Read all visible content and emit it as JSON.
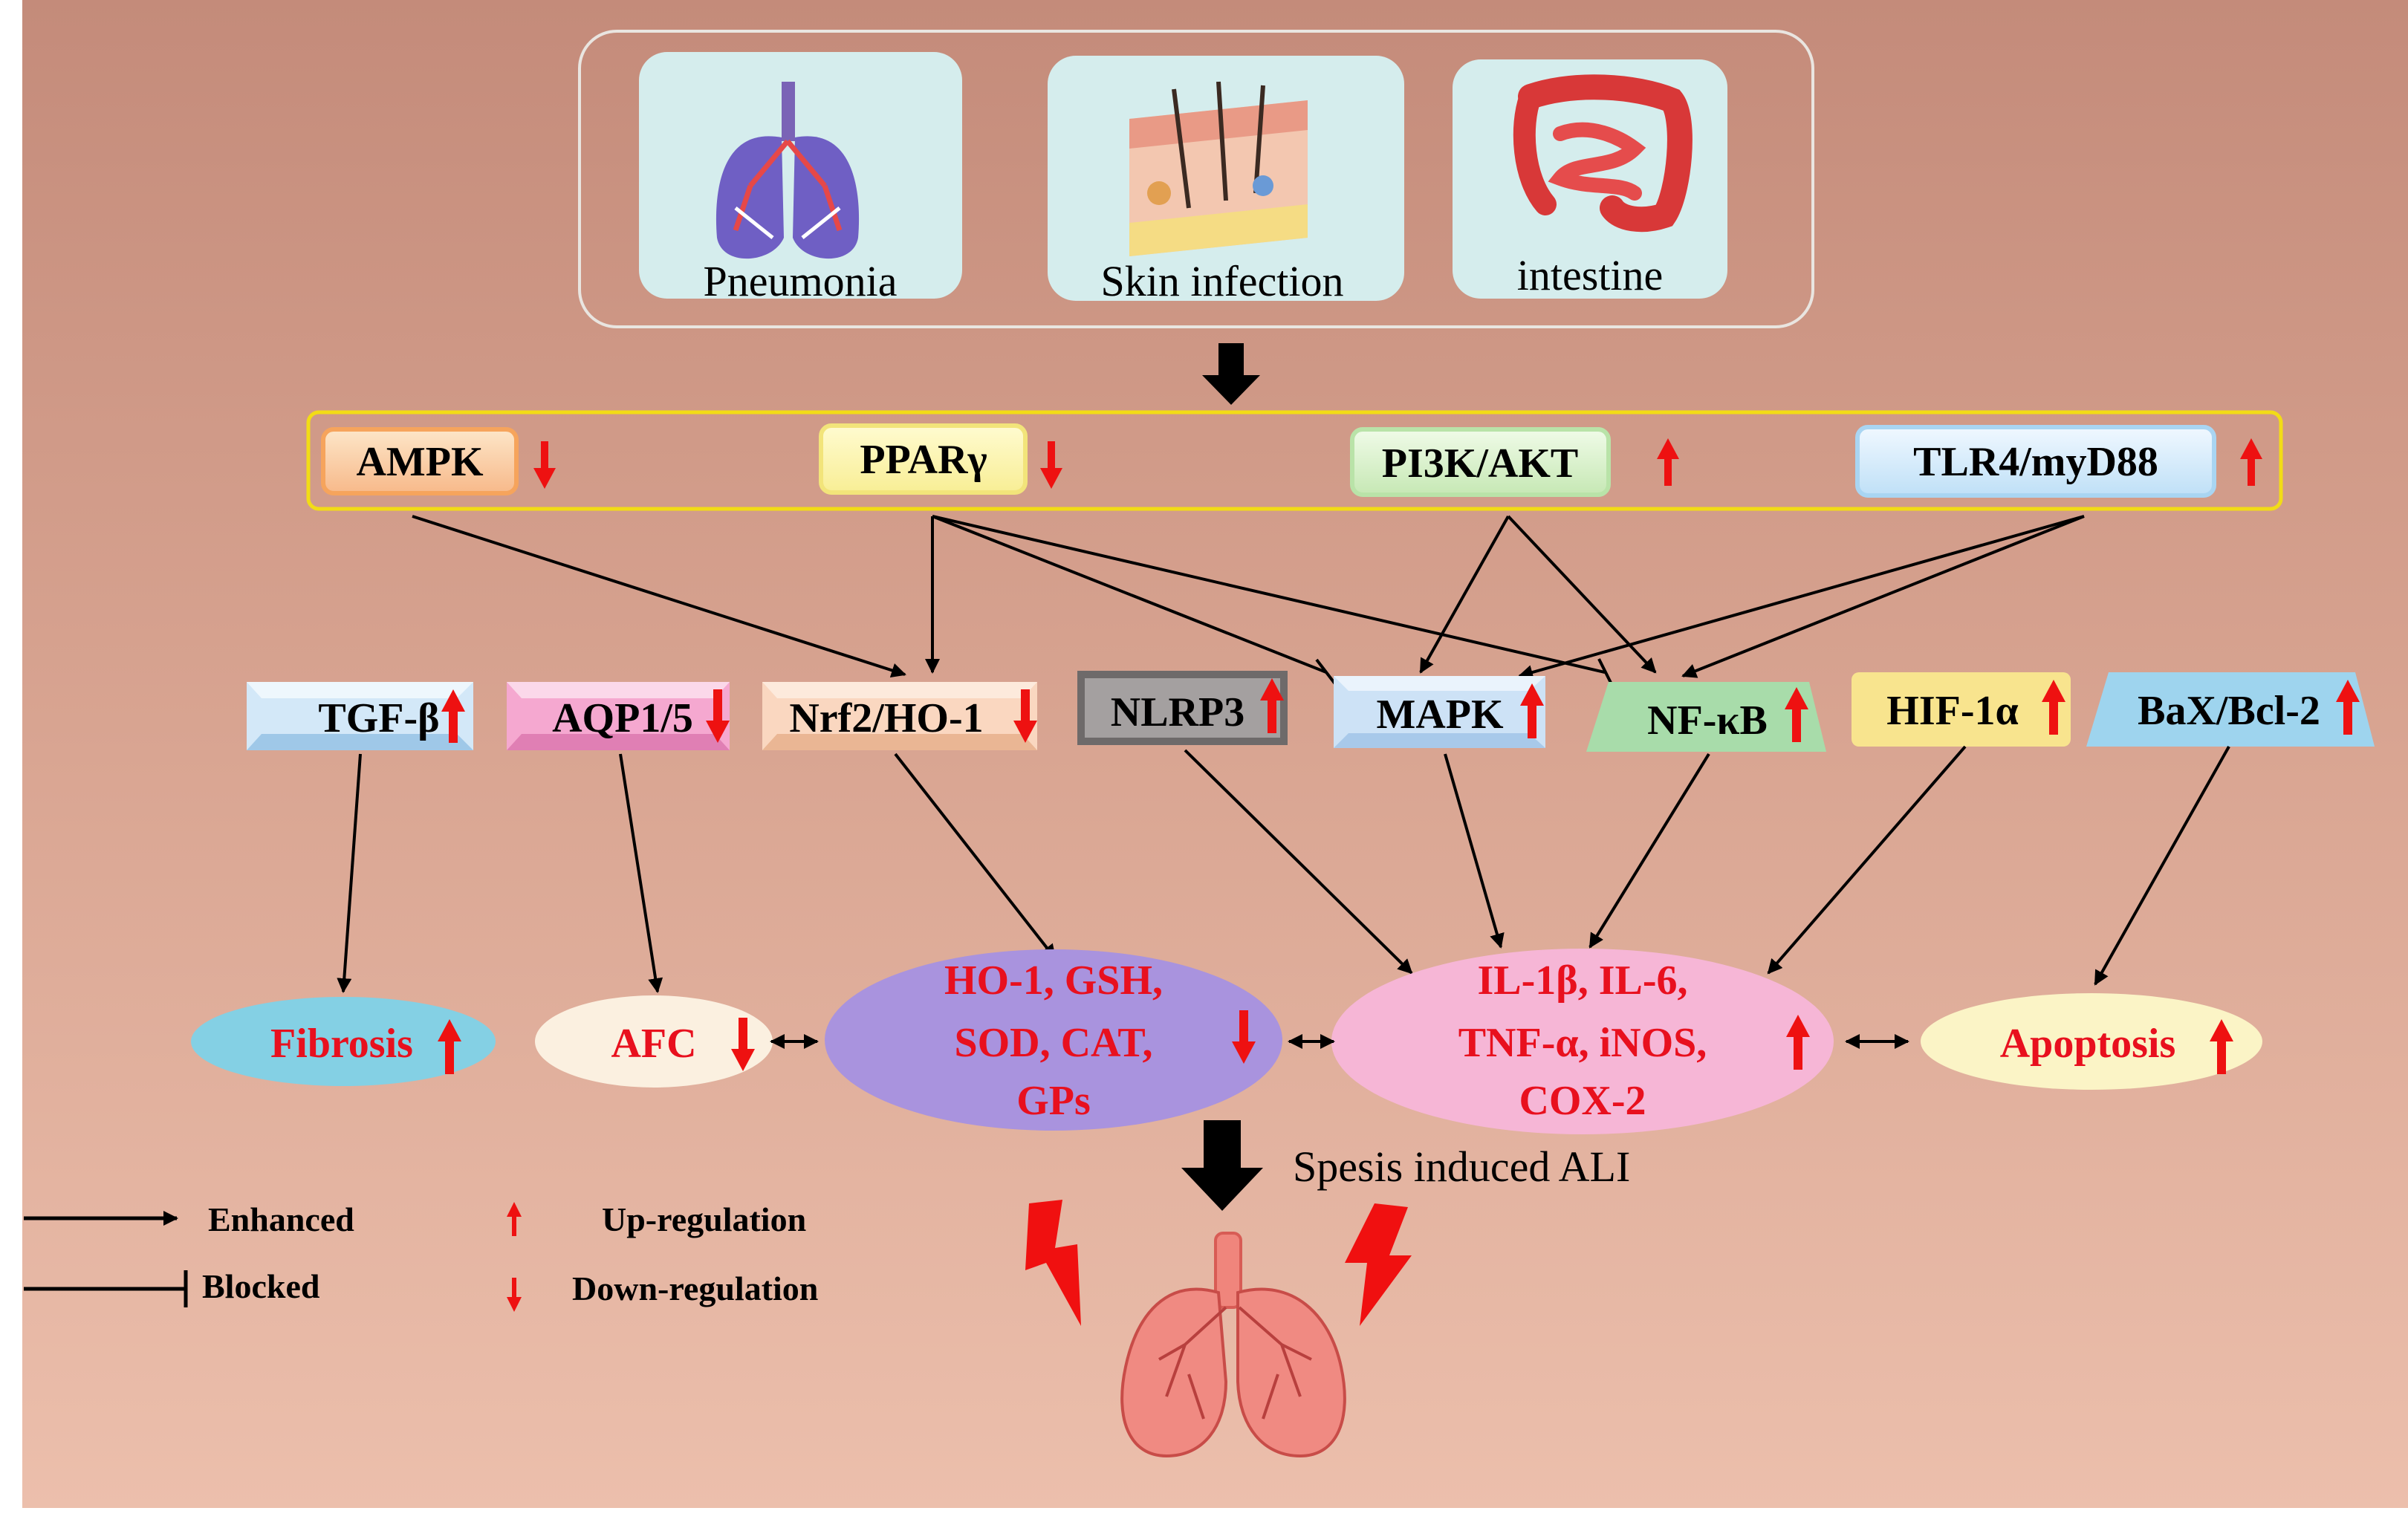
{
  "sources": {
    "pneumonia": "Pneumonia",
    "skin": "Skin infection",
    "intestine": "intestine"
  },
  "pathways": {
    "ampk": "AMPK",
    "ppar": "PPARγ",
    "pi3k": "PI3K/AKT",
    "tlr4": "TLR4/myD88"
  },
  "mediators": {
    "tgf": "TGF-β",
    "aqp": "AQP1/5",
    "nrf2": "Nrf2/HO-1",
    "nlrp3": "NLRP3",
    "mapk": "MAPK",
    "nfkb": "NF-κB",
    "hif": "HIF-1α",
    "bax": "BaX/Bcl-2"
  },
  "outcomes": {
    "fibrosis": "Fibrosis",
    "afc": "AFC",
    "antiox": [
      "HO-1, GSH,",
      "SOD, CAT,",
      "GPs"
    ],
    "inflam": [
      "IL-1β, IL-6,",
      "TNF-α, iNOS,",
      "COX-2"
    ],
    "apoptosis": "Apoptosis"
  },
  "result_label": "Spesis induced ALI",
  "legend": {
    "enhanced": "Enhanced",
    "blocked": "Blocked",
    "up": "Up-regulation",
    "down": "Down-regulation"
  },
  "colors": {
    "up_down_arrow": "#ee1111",
    "outcome_text": "#e8101e",
    "frame_yellow": "#f2dc16",
    "bg_top": "#c68c7a",
    "bg_bottom": "#ebbca8"
  }
}
